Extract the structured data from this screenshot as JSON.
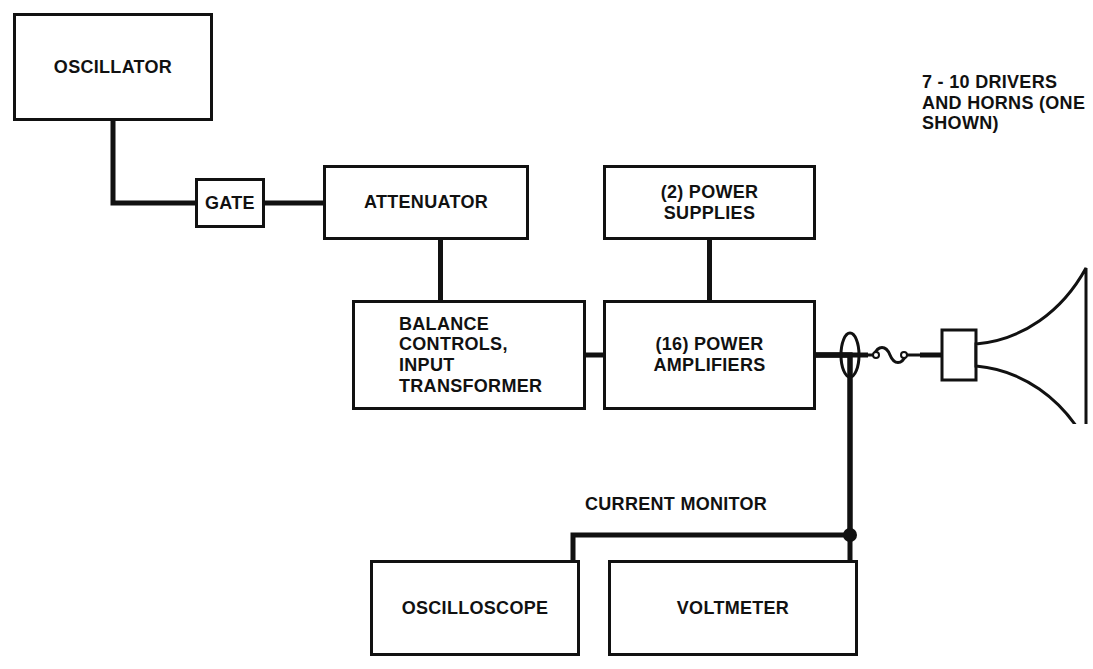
{
  "diagram": {
    "nodes": [
      {
        "text": [
          "OSCILLATOR"
        ]
      },
      {
        "text": [
          "GATE"
        ]
      },
      {
        "text": [
          "ATTENUATOR"
        ]
      },
      {
        "text": [
          "(2) POWER SUPPLIES"
        ]
      },
      {
        "text": [
          "BALANCE CONTROLS, INPUT TRANSFORMER"
        ]
      },
      {
        "text": [
          "(16) POWER AMPLIFIERS"
        ]
      },
      {
        "text": [
          "7 - 10 DRIVERS AND HORNS (ONE SHOWN)"
        ]
      },
      {
        "text": [
          "OSCILLOSCOPE"
        ]
      },
      {
        "text": [
          "VOLTMETER"
        ]
      }
    ],
    "edges": [
      {
        "from": 0,
        "to": 1,
        "arrow": "none"
      },
      {
        "from": 1,
        "to": 2,
        "arrow": "none"
      },
      {
        "from": 2,
        "to": 4,
        "arrow": "none"
      },
      {
        "from": 4,
        "to": 5,
        "arrow": "none"
      },
      {
        "from": 3,
        "to": 5,
        "arrow": "none"
      },
      {
        "from": 5,
        "to": 6,
        "arrow": "none"
      },
      {
        "from": 5,
        "to": 7,
        "arrow": "none"
      },
      {
        "from": 5,
        "to": 8,
        "arrow": "none"
      }
    ],
    "labels": [
      "CURRENT MONITOR"
    ]
  }
}
